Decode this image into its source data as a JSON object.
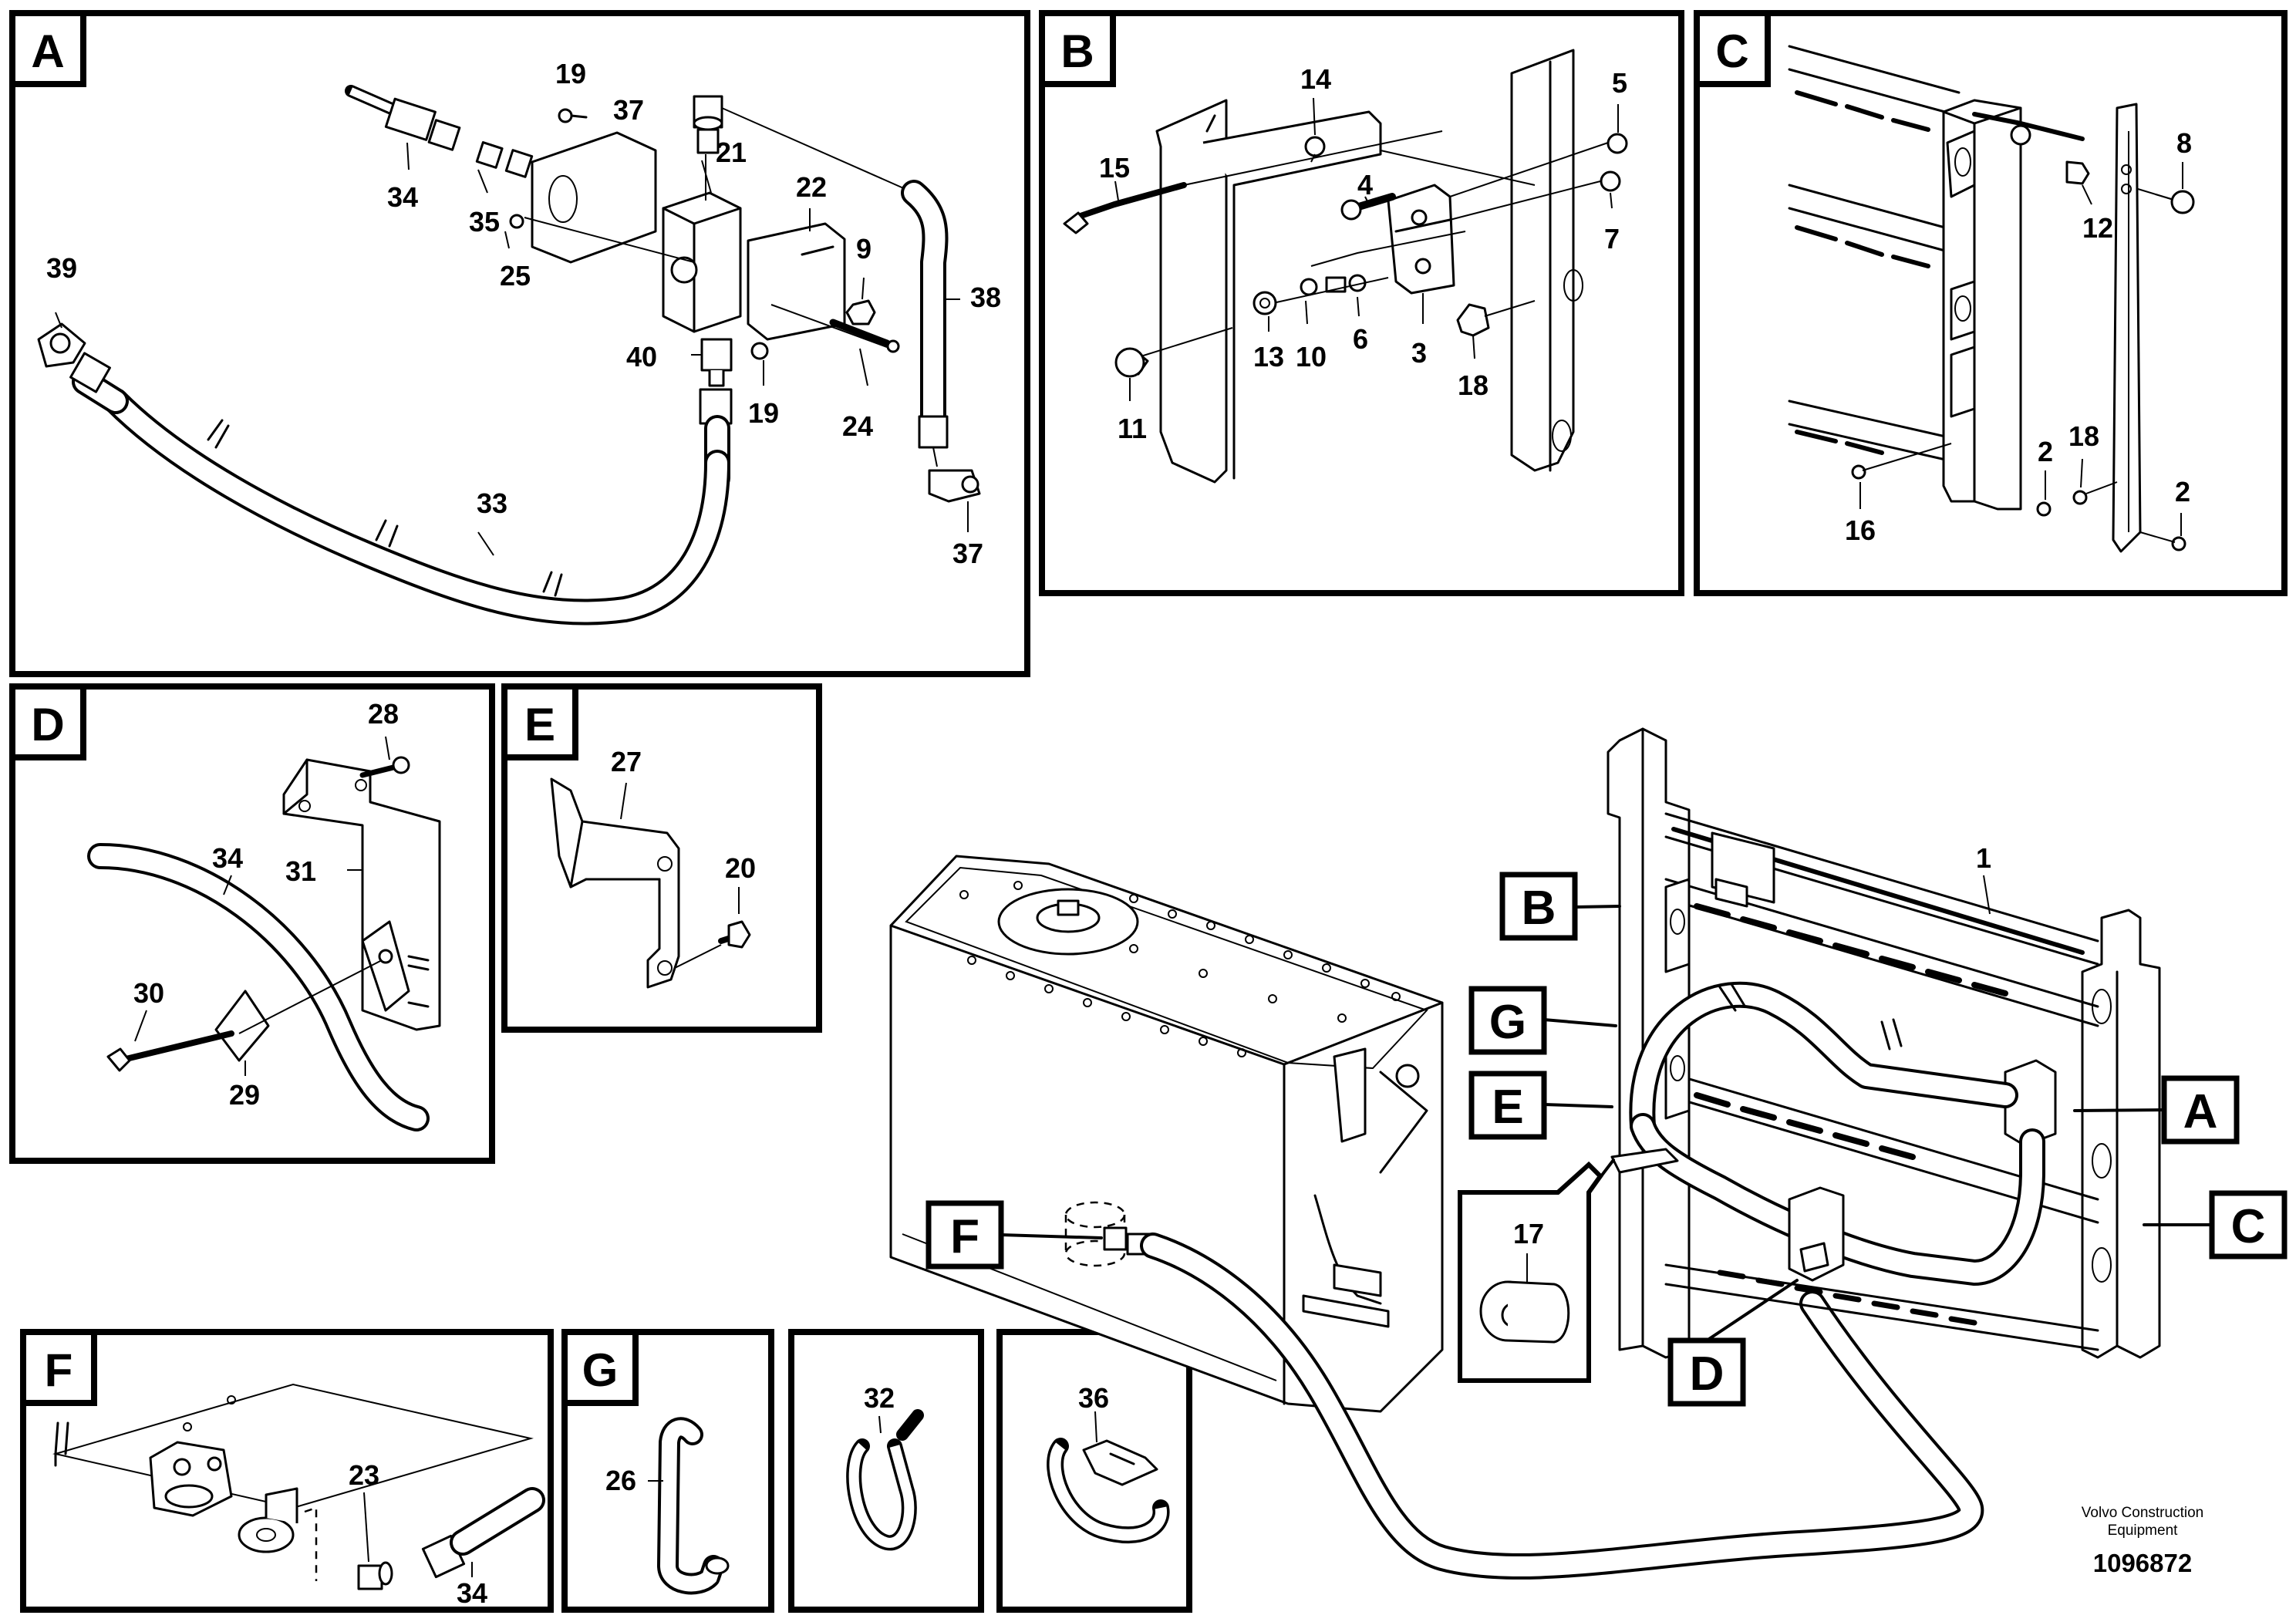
{
  "panels": {
    "A": {
      "letter": "A",
      "labels": [
        "19",
        "37",
        "21",
        "22",
        "34",
        "35",
        "25",
        "9",
        "38",
        "39",
        "40",
        "19",
        "24",
        "33",
        "37"
      ]
    },
    "B": {
      "letter": "B",
      "labels": [
        "14",
        "5",
        "15",
        "4",
        "7",
        "13",
        "10",
        "6",
        "3",
        "18",
        "11"
      ]
    },
    "C": {
      "letter": "C",
      "labels": [
        "8",
        "12",
        "2",
        "18",
        "16",
        "2"
      ]
    },
    "D": {
      "letter": "D",
      "labels": [
        "28",
        "34",
        "31",
        "30",
        "29"
      ]
    },
    "E": {
      "letter": "E",
      "labels": [
        "27",
        "20"
      ]
    },
    "F": {
      "letter": "F",
      "labels": [
        "23",
        "34"
      ]
    },
    "G": {
      "letter": "G",
      "labels": [
        "26"
      ]
    },
    "clip32": {
      "labels": [
        "32"
      ]
    },
    "clip36": {
      "labels": [
        "36"
      ]
    }
  },
  "overview": {
    "callouts": [
      "B",
      "G",
      "E",
      "A",
      "C",
      "F",
      "D"
    ],
    "part_labels": [
      "1",
      "17"
    ]
  },
  "footer": {
    "brand_line1": "Volvo Construction",
    "brand_line2": "Equipment",
    "doc_number": "1096872"
  }
}
